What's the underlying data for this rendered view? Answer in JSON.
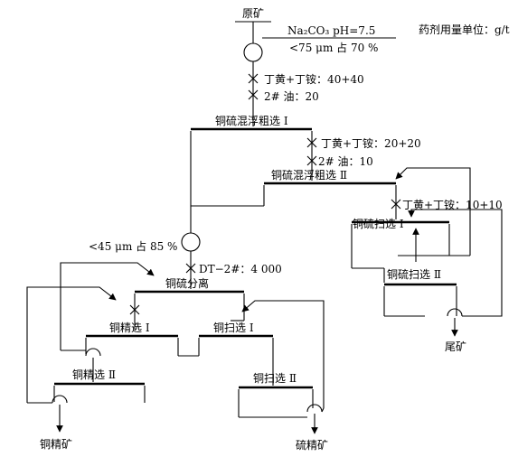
{
  "unit_note": "药剂用量单位：g/t",
  "feed": "原矿",
  "grinding1": {
    "reagent": "Na₂CO₃  pH=7.5",
    "size": "<75 μm 占 70 %"
  },
  "dose1": "丁黄+丁铵：40+40",
  "dose2": "2# 油：20",
  "rougher1": "铜硫混浮粗选 Ⅰ",
  "dose3": "丁黄+丁铵：20+20",
  "dose4": "2# 油：10",
  "rougher2": "铜硫混浮粗选 Ⅱ",
  "dose5": "丁黄+丁铵：10+10",
  "scav1": "铜硫扫选 Ⅰ",
  "scav2": "铜硫扫选 Ⅱ",
  "tailings": "尾矿",
  "grinding2": {
    "size": "<45 μm 占 85 %"
  },
  "dose6": "DT−2#：4 000",
  "separation": "铜硫分离",
  "cu_clean1": "铜精选 Ⅰ",
  "cu_scav1": "铜扫选 Ⅰ",
  "cu_clean2": "铜精选 Ⅱ",
  "cu_scav2": "铜扫选 Ⅱ",
  "cu_conc": "铜精矿",
  "s_conc": "硫精矿"
}
